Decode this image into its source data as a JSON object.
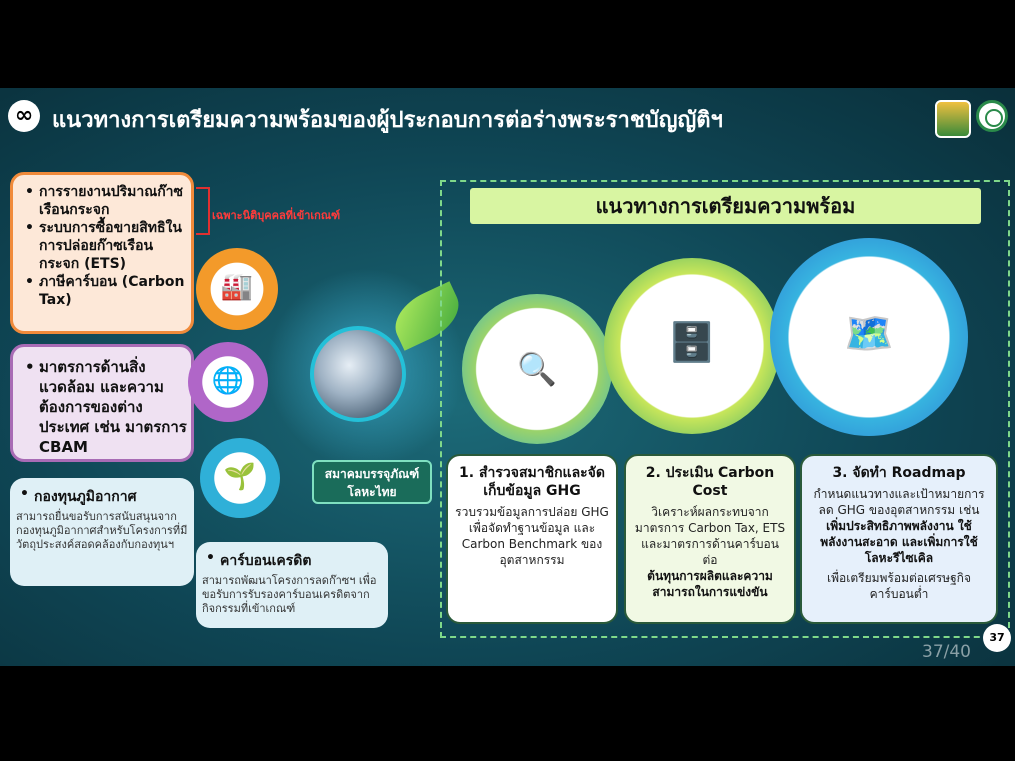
{
  "header": {
    "title": "แนวทางการเตรียมความพร้อมของผู้ประกอบการต่อร่างพระราชบัญญัติฯ",
    "ribbon_icon": "ribbon-icon"
  },
  "left": {
    "orange_box": {
      "items": [
        "การรายงานปริมาณก๊าซเรือนกระจก",
        "ระบบการซื้อขายสิทธิในการปล่อยก๊าซเรือนกระจก (ETS)",
        "ภาษีคาร์บอน (Carbon Tax)"
      ]
    },
    "red_note": "เฉพาะนิติบุคคลที่เข้าเกณฑ์",
    "purple_box": {
      "items": [
        "มาตรการด้านสิ่งแวดล้อม และความต้องการของต่างประเทศ เช่น มาตรการ CBAM"
      ]
    },
    "fund_box": {
      "heading": "กองทุนภูมิอากาศ",
      "body": "สามารถยื่นขอรับการสนับสนุนจากกองทุนภูมิอากาศสำหรับโครงการที่มีวัตถุประสงค์สอดคล้องกับกองทุนฯ"
    },
    "credit_box": {
      "heading": "คาร์บอนเครดิต",
      "body": "สามารถพัฒนาโครงการลดก๊าซฯ เพื่อขอรับการรับรองคาร์บอนเครดิตจากกิจกรรมที่เข้าเกณฑ์"
    }
  },
  "center": {
    "association": "สมาคมบรรจุภัณฑ์โลหะไทย"
  },
  "right": {
    "banner": "แนวทางการเตรียมความพร้อม",
    "cards": [
      {
        "title": "1. สำรวจสมาชิกและจัดเก็บข้อมูล GHG",
        "body": "รวบรวมข้อมูลการปล่อย GHG เพื่อจัดทำฐานข้อมูล และ Carbon Benchmark ของอุตสาหกรรม",
        "bold": ""
      },
      {
        "title": "2. ประเมิน Carbon Cost",
        "body": "วิเคราะห์ผลกระทบจากมาตรการ Carbon Tax, ETS และมาตรการด้านคาร์บอน ต่อ",
        "bold": "ต้นทุนการผลิตและความสามารถในการแข่งขัน"
      },
      {
        "title": "3. จัดทำ Roadmap",
        "body": "กำหนดแนวทางและเป้าหมายการลด GHG ของอุตสาหกรรม เช่น",
        "bold": "เพิ่มประสิทธิภาพพลังงาน ใช้พลังงานสะอาด และเพิ่มการใช้โลหะรีไซเคิล",
        "tail": "เพื่อเตรียมพร้อมต่อเศรษฐกิจคาร์บอนต่ำ"
      }
    ]
  },
  "footer": {
    "page_badge": "37",
    "page_count": "37/40"
  }
}
